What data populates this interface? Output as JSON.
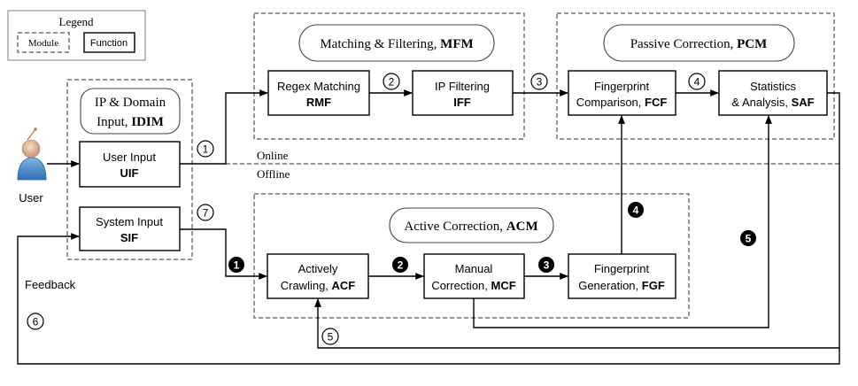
{
  "legend": {
    "title": "Legend",
    "module_label": "Module",
    "function_label": "Function"
  },
  "modules": {
    "idim": {
      "title_line1": "IP & Domain",
      "title_line2": "Input, ",
      "abbr": "IDIM"
    },
    "mfm": {
      "title": "Matching & Filtering, ",
      "abbr": "MFM"
    },
    "pcm": {
      "title": "Passive Correction, ",
      "abbr": "PCM"
    },
    "acm": {
      "title": "Active Correction, ",
      "abbr": "ACM"
    }
  },
  "functions": {
    "uif": {
      "line1": "User Input",
      "line2": "UIF"
    },
    "sif": {
      "line1": "System Input",
      "line2": "SIF"
    },
    "rmf": {
      "line1": "Regex Matching",
      "line2": "RMF"
    },
    "iff": {
      "line1": "IP Filtering",
      "line2": "IFF"
    },
    "fcf": {
      "line1": "Fingerprint",
      "line2a": "Comparison, ",
      "line2b": "FCF"
    },
    "saf": {
      "line1": "Statistics",
      "line2a": "& Analysis, ",
      "line2b": "SAF"
    },
    "acf": {
      "line1": "Actively",
      "line2a": "Crawling, ",
      "line2b": "ACF"
    },
    "mcf": {
      "line1": "Manual",
      "line2a": "Correction, ",
      "line2b": "MCF"
    },
    "fgf": {
      "line1": "Fingerprint",
      "line2a": "Generation, ",
      "line2b": "FGF"
    }
  },
  "labels": {
    "online": "Online",
    "offline": "Offline",
    "user": "User",
    "feedback": "Feedback"
  },
  "steps_online": [
    "①",
    "②",
    "③",
    "④",
    "⑤",
    "⑥",
    "⑦"
  ],
  "steps_offline": [
    "1",
    "2",
    "3",
    "4",
    "5"
  ]
}
